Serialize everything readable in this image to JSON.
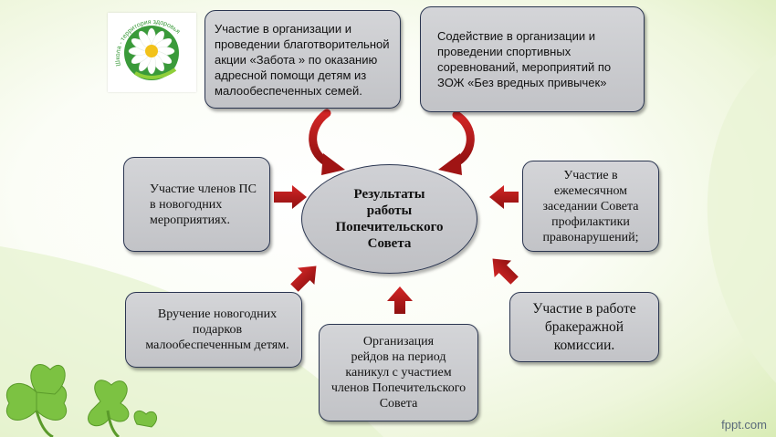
{
  "logo": {
    "text": "Школа - территория здоровья",
    "icon": "daisy-icon"
  },
  "center": {
    "text": "Результаты\nработы\nПопечительского\nСовета"
  },
  "boxes": {
    "top_left": "Участие в организации и\nпроведении благотворительной\nакции «Забота » по оказанию\nадресной  помощи детям из\nмалообеспеченных семей.",
    "top_right": "Содействие в организации и\nпроведении спортивных\nсоревнований, мероприятий по\nЗОЖ   «Без вредных привычек»",
    "left": "Участие членов ПС\nв новогодних\nмероприятиях.",
    "right": "Участие в\nежемесячном\nзаседании Совета\nпрофилактики\nправонарушений;",
    "bottom_left": "Вручение новогодних\nподарков\nмалообеспеченным детям.",
    "bottom_center": "Организация\nрейдов  на период\nканикул  с участием\nчленов Попечительского\nСовета",
    "bottom_right": "Участие в работе\nбракеражной\nкомиссии."
  },
  "colors": {
    "arrow": "#b01818",
    "box_fill": "#c9cacd",
    "box_border": "#2a3550",
    "clover": "#7cc242"
  },
  "watermark": "fppt.com"
}
